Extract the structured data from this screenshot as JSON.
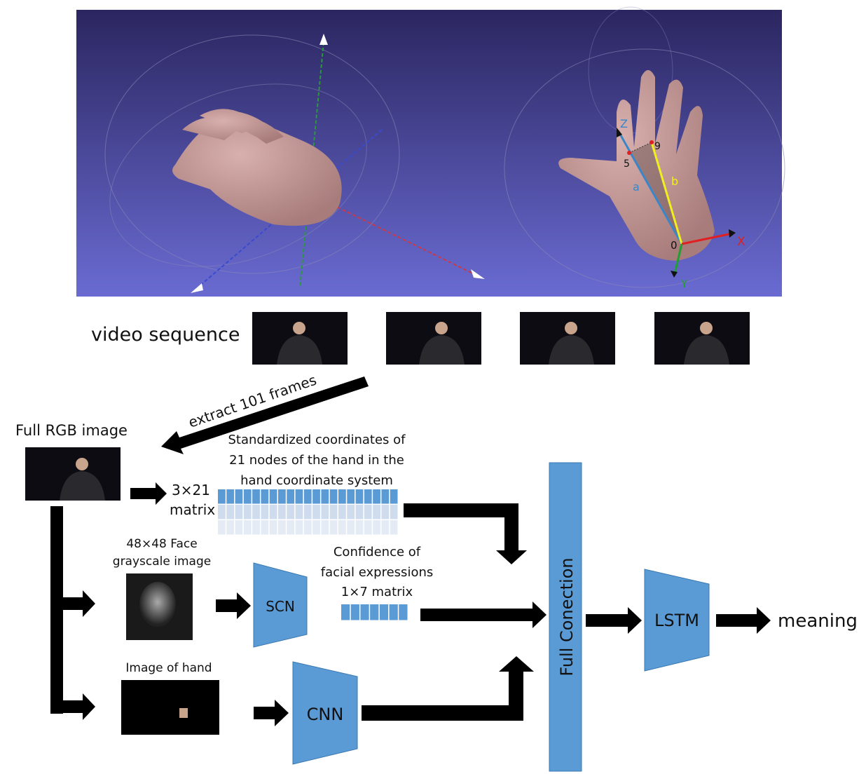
{
  "hand_view": {
    "axis_labels": {
      "z": "Z",
      "x": "X",
      "y": "Y"
    },
    "node_labels": {
      "n0": "0",
      "n5": "5",
      "n9": "9"
    },
    "vector_labels": {
      "a": "a",
      "b": "b"
    }
  },
  "video_sequence": {
    "label": "video sequence",
    "frame_count": 4
  },
  "extract_label": "extract 101 frames",
  "full_rgb": {
    "label": "Full RGB image"
  },
  "hand_coords": {
    "matrix_label_1": "3×21",
    "matrix_label_2": "matrix",
    "caption_1": "Standardized coordinates of",
    "caption_2": "21 nodes of the hand in the",
    "caption_3": "hand coordinate system",
    "rows": 3,
    "cols": 21
  },
  "face": {
    "label_1": "48×48 Face",
    "label_2": "grayscale image"
  },
  "scn": {
    "label": "SCN"
  },
  "expressions": {
    "caption_1": "Confidence of",
    "caption_2": "facial expressions",
    "caption_3": "1×7 matrix",
    "cols": 7
  },
  "hand_image": {
    "label": "Image of hand"
  },
  "cnn": {
    "label": "CNN"
  },
  "full_connection": {
    "label": "Full Conection"
  },
  "lstm": {
    "label": "LSTM"
  },
  "output": {
    "label": "meaning"
  },
  "colors": {
    "block": "#5b9bd5",
    "bg_top": "#2b2660",
    "bg_bottom": "#6a6bd2",
    "skin": "#c49a98"
  }
}
